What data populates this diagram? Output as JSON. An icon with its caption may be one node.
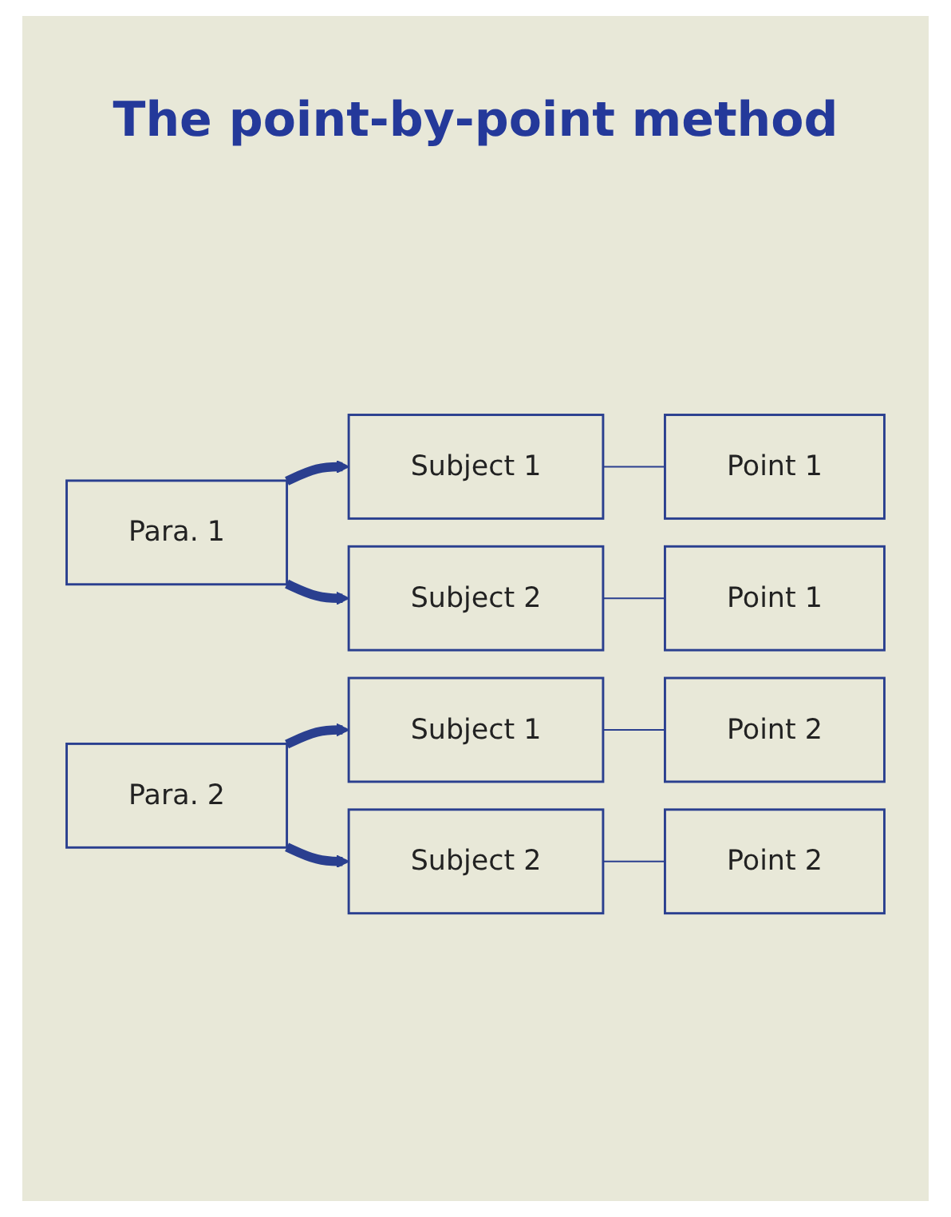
{
  "diagram": {
    "title": "The point-by-point method",
    "nodes": [
      {
        "text": [
          "Para. 1"
        ]
      },
      {
        "text": [
          "Subject 1"
        ]
      },
      {
        "text": [
          "Point 1"
        ]
      },
      {
        "text": [
          "Subject 2"
        ]
      },
      {
        "text": [
          "Point 1"
        ]
      },
      {
        "text": [
          "Para. 2"
        ]
      },
      {
        "text": [
          "Subject 1"
        ]
      },
      {
        "text": [
          "Point 2"
        ]
      },
      {
        "text": [
          "Subject 2"
        ]
      },
      {
        "text": [
          "Point 2"
        ]
      }
    ],
    "edges": [
      {
        "from": 0,
        "to": 1,
        "arrow": "to",
        "style": "thick"
      },
      {
        "from": 0,
        "to": 3,
        "arrow": "to",
        "style": "thick"
      },
      {
        "from": 1,
        "to": 2,
        "arrow": "none"
      },
      {
        "from": 3,
        "to": 4,
        "arrow": "none"
      },
      {
        "from": 5,
        "to": 6,
        "arrow": "to",
        "style": "thick"
      },
      {
        "from": 5,
        "to": 8,
        "arrow": "to",
        "style": "thick"
      },
      {
        "from": 6,
        "to": 7,
        "arrow": "none"
      },
      {
        "from": 8,
        "to": 9,
        "arrow": "none"
      }
    ]
  }
}
